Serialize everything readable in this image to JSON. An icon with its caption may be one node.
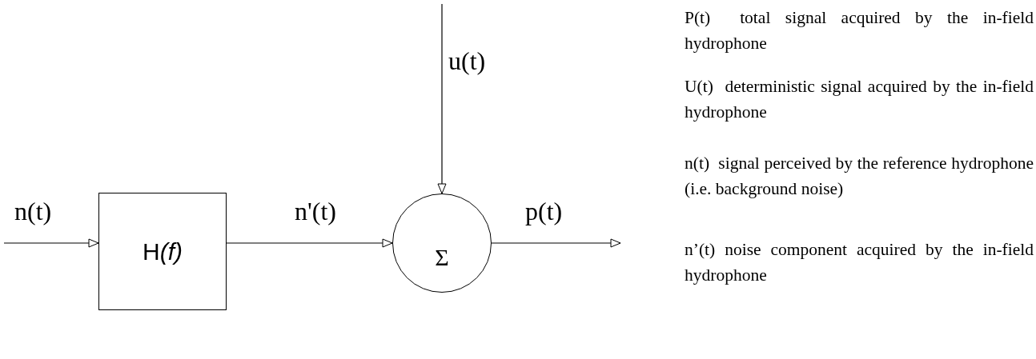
{
  "diagram": {
    "nodes": [
      {
        "text": [
          "H(f)"
        ]
      },
      {
        "text": [
          "Σ"
        ]
      }
    ],
    "edges": [
      {
        "from": null,
        "to": 0,
        "arrow": "to",
        "label": "n(t)"
      },
      {
        "from": 0,
        "to": 1,
        "arrow": "to",
        "label": "n'(t)"
      },
      {
        "from": null,
        "to": 1,
        "arrow": "to",
        "label": "u(t)"
      },
      {
        "from": 1,
        "to": null,
        "arrow": "to",
        "label": "p(t)"
      }
    ],
    "labels": [
      "P(t)  total signal acquired by the in-field hydrophone",
      "U(t)  deterministic signal acquired by the in-field hydrophone",
      "n(t)  signal perceived by the reference hydrophone (i.e. background noise)",
      "n’(t) noise component acquired by the in-field hydrophone"
    ]
  }
}
